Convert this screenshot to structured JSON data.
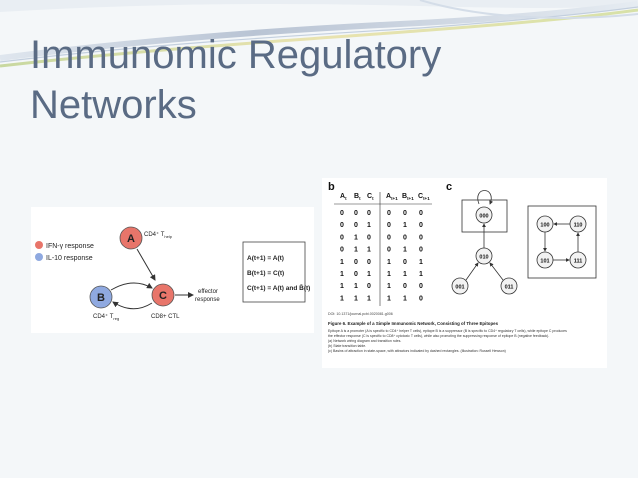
{
  "slide": {
    "title_line1": "Immunomic Regulatory",
    "title_line2": "Networks"
  },
  "left_figure": {
    "legend": [
      "IFN-γ response",
      "IL-10 response"
    ],
    "legend_colors": [
      "#e8756a",
      "#8fa9e0"
    ],
    "node_a": "A",
    "node_b": "B",
    "node_c": "C",
    "node_a_label": "CD4⁺ T",
    "node_a_label_sub": "help",
    "node_b_label": "CD4⁺ T",
    "node_b_label_sub": "reg",
    "node_c_label": "CD8+ CTL",
    "effector_line1": "effector",
    "effector_line2": "response",
    "rules": [
      "A(t+1) = A(t)",
      "B(t+1) = C(t)",
      "C(t+1) = A(t) and B̄(t)"
    ],
    "node_a_color": "#e8756a",
    "node_b_color": "#8fa9e0",
    "node_c_color": "#e8756a"
  },
  "right_figure": {
    "panel_b_letter": "b",
    "panel_c_letter": "c",
    "table_headers": [
      "A",
      "B",
      "C",
      "A",
      "B",
      "C"
    ],
    "table_header_subs": [
      "t",
      "t",
      "t",
      "t+1",
      "t+1",
      "t+1"
    ],
    "table_rows": [
      [
        "0",
        "0",
        "0",
        "0",
        "0",
        "0"
      ],
      [
        "0",
        "0",
        "1",
        "0",
        "1",
        "0"
      ],
      [
        "0",
        "1",
        "0",
        "0",
        "0",
        "0"
      ],
      [
        "0",
        "1",
        "1",
        "0",
        "1",
        "0"
      ],
      [
        "1",
        "0",
        "0",
        "1",
        "0",
        "1"
      ],
      [
        "1",
        "0",
        "1",
        "1",
        "1",
        "1"
      ],
      [
        "1",
        "1",
        "0",
        "1",
        "0",
        "0"
      ],
      [
        "1",
        "1",
        "1",
        "1",
        "1",
        "0"
      ]
    ],
    "state_nodes": [
      "000",
      "010",
      "001",
      "011",
      "100",
      "110",
      "101",
      "111"
    ],
    "doi": "DOI: 10.1371/journal.pcbi.0020081.g006",
    "caption_title": "Figure 6. Example of a Simple Immunomic Network, Consisting of Three Epitopes",
    "caption_lines": [
      "Epitope A is a promoter (A is specific to CD4⁺ helper T cells), epitope B is a suppressor (B is specific to CD4⁺ regulatory T cells), while epitope C produces",
      "the effector response (C is specific to CD8⁺ cytotoxic T cells), while also promoting the suppressing response of epitope B (negative feedback).",
      "(a) Network wiring diagram and transition rules.",
      "(b) State transition table.",
      "(c) Basins of attraction in state-space, with attractors indicated by dashed rectangles. (Illustration: Russell Hewson)"
    ]
  }
}
